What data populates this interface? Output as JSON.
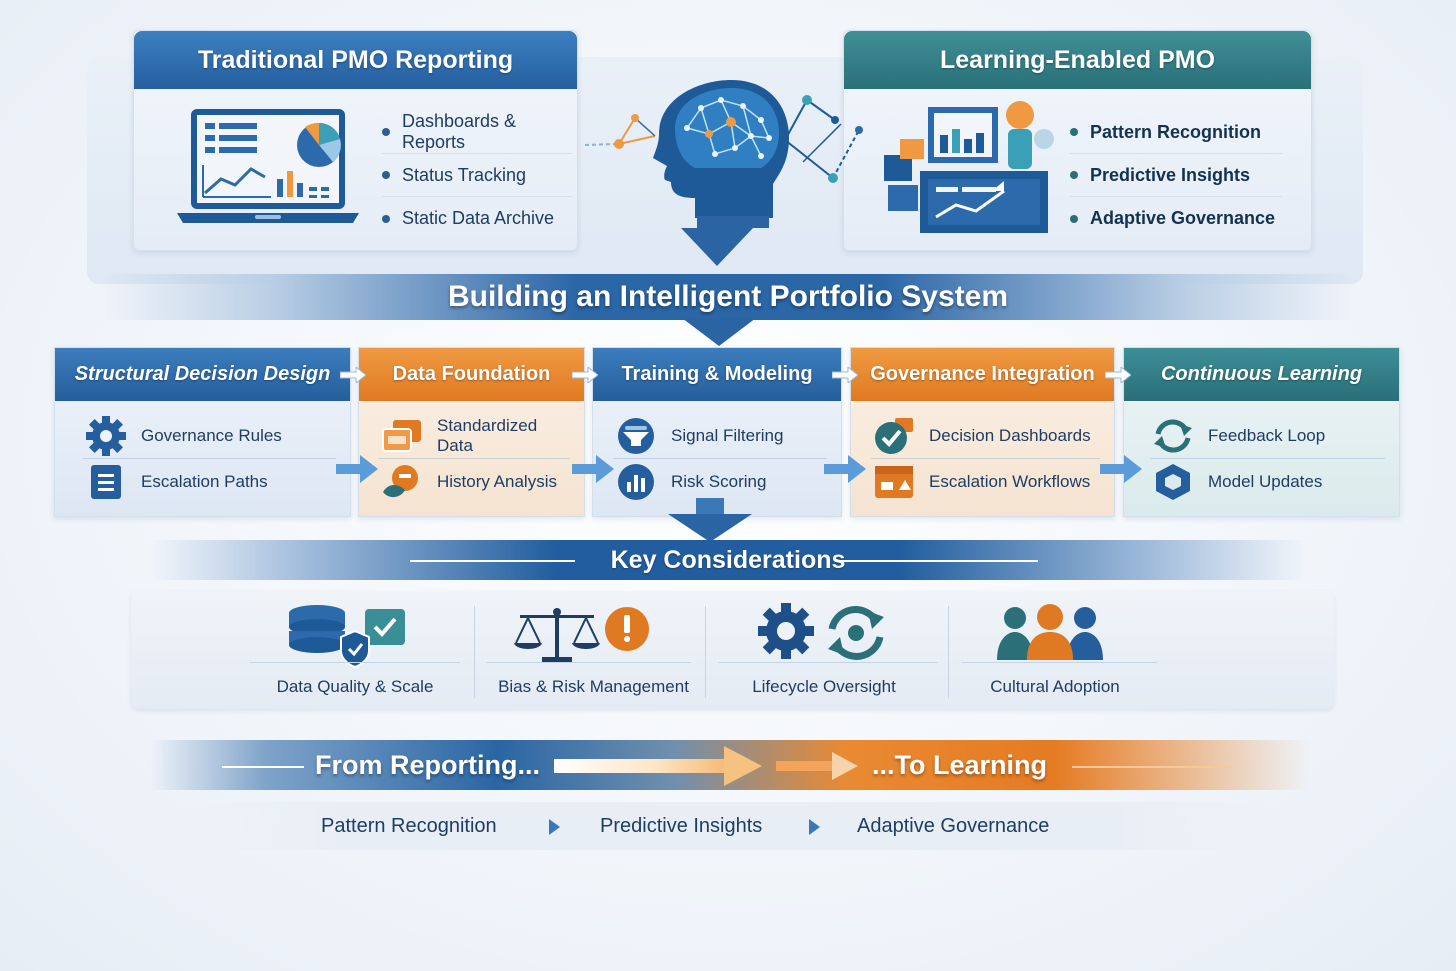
{
  "traditional": {
    "title": "Traditional PMO Reporting",
    "items": [
      "Dashboards & Reports",
      "Status Tracking",
      "Static Data Archive"
    ],
    "icon": "laptop-dashboard-icon"
  },
  "learning": {
    "title": "Learning-Enabled PMO",
    "items": [
      "Pattern Recognition",
      "Predictive Insights",
      "Adaptive Governance"
    ],
    "icon": "analytics-screens-icon"
  },
  "center_icon": "ai-brain-head-icon",
  "main_title": "Building an Intelligent Portfolio System",
  "stages": [
    {
      "title": "Structural Decision Design",
      "color": "#255e9c",
      "items": [
        {
          "label": "Governance Rules",
          "icon": "gear-icon"
        },
        {
          "label": "Escalation Paths",
          "icon": "document-icon"
        }
      ]
    },
    {
      "title": "Data Foundation",
      "color": "#e07a22",
      "items": [
        {
          "label": "Standardized Data",
          "icon": "stacked-windows-icon"
        },
        {
          "label": "History Analysis",
          "icon": "history-chart-icon"
        }
      ]
    },
    {
      "title": "Training & Modeling",
      "color": "#255e9c",
      "items": [
        {
          "label": "Signal Filtering",
          "icon": "filter-icon"
        },
        {
          "label": "Risk Scoring",
          "icon": "bar-gauge-icon"
        }
      ]
    },
    {
      "title": "Governance Integration",
      "color": "#e07a22",
      "items": [
        {
          "label": "Decision Dashboards",
          "icon": "check-dashboard-icon"
        },
        {
          "label": "Escalation Workflows",
          "icon": "workflow-window-icon"
        }
      ]
    },
    {
      "title": "Continuous Learning",
      "color": "#2a6f78",
      "items": [
        {
          "label": "Feedback Loop",
          "icon": "refresh-icon"
        },
        {
          "label": "Model Updates",
          "icon": "hexagon-icon"
        }
      ]
    }
  ],
  "key_title": "Key Considerations",
  "considerations": [
    {
      "label": "Data Quality & Scale",
      "icon": "database-check-icon"
    },
    {
      "label": "Bias & Risk Management",
      "icon": "scales-warning-icon"
    },
    {
      "label": "Lifecycle Oversight",
      "icon": "gear-cycle-icon"
    },
    {
      "label": "Cultural Adoption",
      "icon": "people-group-icon"
    }
  ],
  "bottom": {
    "from": "From Reporting...",
    "to": "...To Learning",
    "flow": [
      "Pattern Recognition",
      "Predictive Insights",
      "Adaptive Governance"
    ]
  },
  "colors": {
    "blue": "#255e9c",
    "orange": "#e07a22",
    "teal": "#2a6f78",
    "text": "#1f3d63"
  }
}
